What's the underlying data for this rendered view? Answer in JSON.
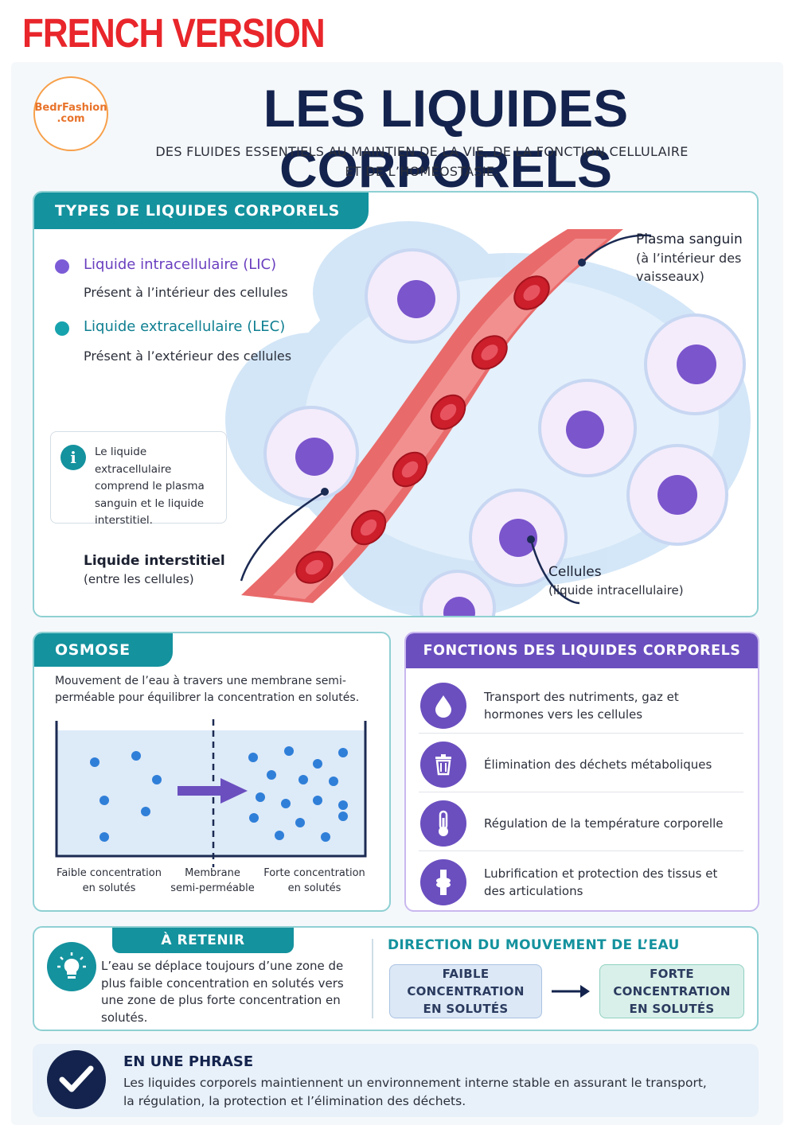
{
  "banner": "FRENCH VERSION",
  "logo": {
    "line1": "BedrFashion",
    "line2": ".com"
  },
  "header": {
    "title": "LES LIQUIDES CORPORELS",
    "subtitle_line1": "DES FLUIDES ESSENTIELS AU MAINTIEN DE LA VIE, DE LA FONCTION CELLULAIRE",
    "subtitle_line2": "ET DE L’HOMÉOSTASIE."
  },
  "types": {
    "heading": "TYPES DE LIQUIDES CORPORELS",
    "lic_label": "Liquide intracellulaire (LIC)",
    "lic_desc": "Présent à l’intérieur des cellules",
    "lec_label": "Liquide extracellulaire (LEC)",
    "lec_desc": "Présent à l’extérieur des cellules",
    "info_text": "Le liquide extracellulaire comprend le plasma sanguin et le liquide interstitiel.",
    "plasma_title": "Plasma sanguin",
    "plasma_sub1": "(à l’intérieur des",
    "plasma_sub2": "vaisseaux)",
    "interstitiel_title": "Liquide interstitiel",
    "interstitiel_sub": "(entre les cellules)",
    "cellules_title": "Cellules",
    "cellules_sub": "(liquide intracellulaire)",
    "colors": {
      "lic": "#7c5cd6",
      "lec": "#17a3ad"
    }
  },
  "osmose": {
    "heading": "OSMOSE",
    "description": "Mouvement de l’eau à travers une membrane semi-perméable pour équilibrer la concentration en solutés.",
    "label_left_1": "Faible concentration",
    "label_left_2": "en solutés",
    "label_mid_1": "Membrane",
    "label_mid_2": "semi-perméable",
    "label_right_1": "Forte concentration",
    "label_right_2": "en solutés"
  },
  "fonctions": {
    "heading": "FONCTIONS DES LIQUIDES CORPORELS",
    "items": [
      {
        "icon": "water-drop-icon",
        "text": "Transport des nutriments, gaz et hormones vers les cellules"
      },
      {
        "icon": "trash-icon",
        "text": "Élimination des déchets métaboliques"
      },
      {
        "icon": "thermometer-icon",
        "text": "Régulation de la température corporelle"
      },
      {
        "icon": "joint-icon",
        "text": "Lubrification et protection des tissus et des articulations"
      }
    ]
  },
  "retenir": {
    "heading": "À RETENIR",
    "text": "L’eau se déplace toujours d’une zone de plus faible concentration en solutés vers une zone de plus forte concentration en solutés.",
    "direction_heading": "DIRECTION DU MOUVEMENT DE L’EAU",
    "box_low_1": "FAIBLE CONCENTRATION",
    "box_low_2": "EN SOLUTÉS",
    "box_high_1": "FORTE CONCENTRATION",
    "box_high_2": "EN SOLUTÉS"
  },
  "phrase": {
    "heading": "EN UNE PHRASE",
    "line1": "Les liquides corporels maintiennent un environnement interne stable en assurant le transport,",
    "line2": "la régulation, la protection et l’élimination des déchets."
  }
}
